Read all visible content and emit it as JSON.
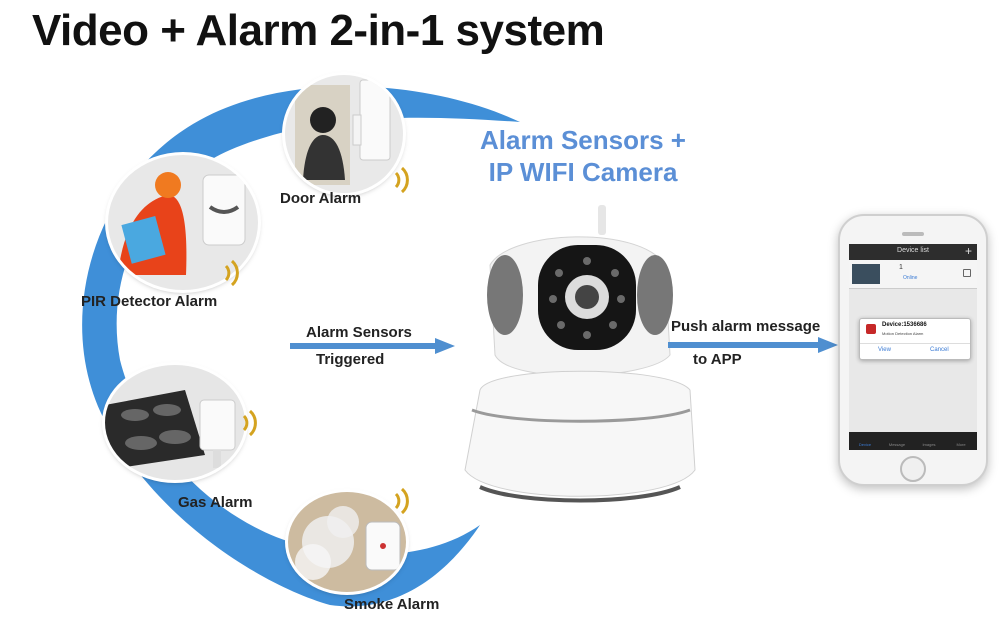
{
  "title": "Video + Alarm 2-in-1 system",
  "headline": {
    "line1": "Alarm Sensors +",
    "line2": "IP WIFI Camera"
  },
  "sensors": {
    "door": "Door Alarm",
    "pir": "PIR Detector Alarm",
    "gas": "Gas Alarm",
    "smoke": "Smoke Alarm"
  },
  "arrow_left": {
    "line1": "Alarm Sensors",
    "line2": "Triggered"
  },
  "arrow_right": {
    "line1": "Push alarm message",
    "line2": "to APP"
  },
  "phone": {
    "header": "Device list",
    "add": "+",
    "device_num": "1",
    "device_status": "Online",
    "dialog_title": "Device:1536686",
    "dialog_sub": "Motion Detection Alarm",
    "view": "View",
    "cancel": "Cancel",
    "tabs": [
      "Device",
      "Message",
      "Images",
      "More"
    ]
  },
  "colors": {
    "arc": "#3f8fd8",
    "arrow": "#4f8fd0",
    "headline": "#5b8fd6"
  }
}
